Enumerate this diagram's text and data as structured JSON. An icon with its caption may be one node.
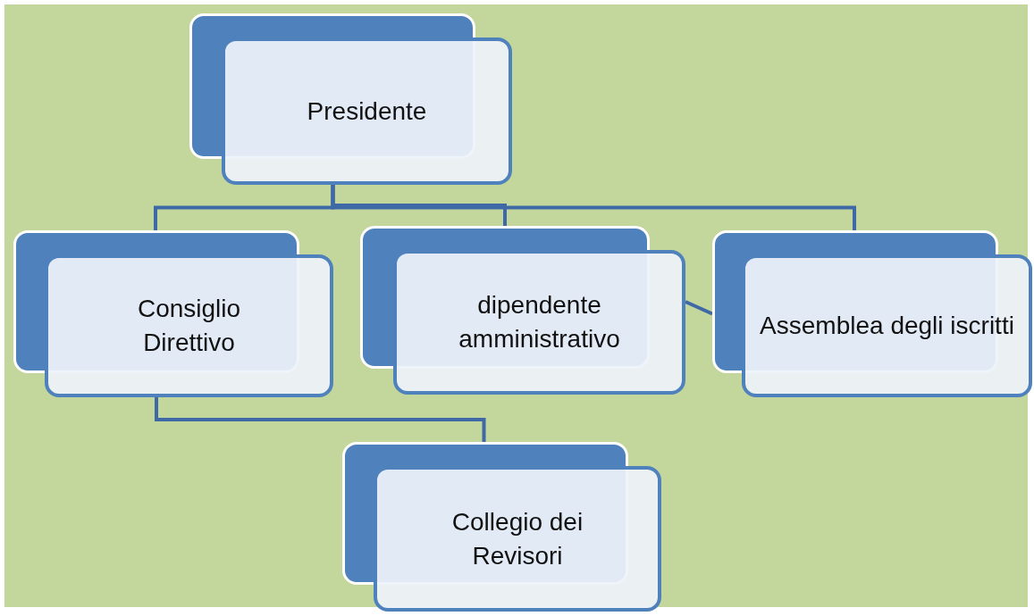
{
  "diagram": {
    "nodes": [
      {
        "text": [
          "Presidente"
        ]
      },
      {
        "text": [
          "Consiglio Direttivo"
        ]
      },
      {
        "text": [
          "dipendente amministrativo"
        ]
      },
      {
        "text": [
          "Assemblea degli iscritti"
        ]
      },
      {
        "text": [
          "Collegio dei Revisori"
        ]
      }
    ],
    "edges": [
      {
        "from": 0,
        "to": 1,
        "arrow": "none"
      },
      {
        "from": 0,
        "to": 2,
        "arrow": "none"
      },
      {
        "from": 0,
        "to": 3,
        "arrow": "none"
      },
      {
        "from": 1,
        "to": 4,
        "arrow": "none"
      },
      {
        "from": 2,
        "to": 3,
        "arrow": "none"
      }
    ]
  }
}
